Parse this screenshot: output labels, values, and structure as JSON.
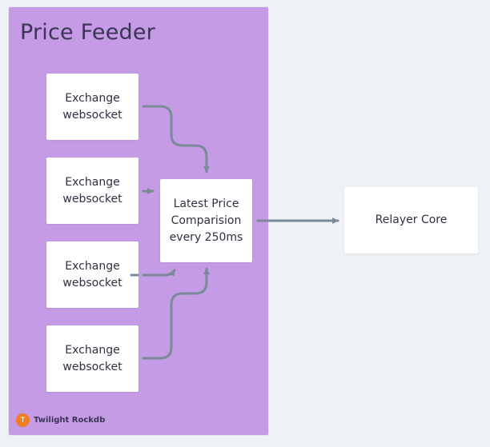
{
  "group": {
    "title": "Price Feeder",
    "background": "#c59be6",
    "footer": {
      "icon": "twilight-logo-icon",
      "icon_glyph": "T",
      "label": "Twilight Rockdb"
    }
  },
  "nodes": {
    "exchange_1": "Exchange websocket",
    "exchange_2": "Exchange websocket",
    "exchange_3": "Exchange websocket",
    "exchange_4": "Exchange websocket",
    "comparison": "Latest Price Comparision every 250ms",
    "relayer": "Relayer Core"
  },
  "edges": [
    {
      "from": "exchange_1",
      "to": "comparison"
    },
    {
      "from": "exchange_2",
      "to": "comparison"
    },
    {
      "from": "exchange_3",
      "to": "comparison"
    },
    {
      "from": "exchange_4",
      "to": "comparison"
    },
    {
      "from": "comparison",
      "to": "relayer"
    }
  ],
  "colors": {
    "canvas": "#eef2f6",
    "edge": "#7b8a99",
    "node": "#ffffff",
    "text": "#2f3142"
  }
}
